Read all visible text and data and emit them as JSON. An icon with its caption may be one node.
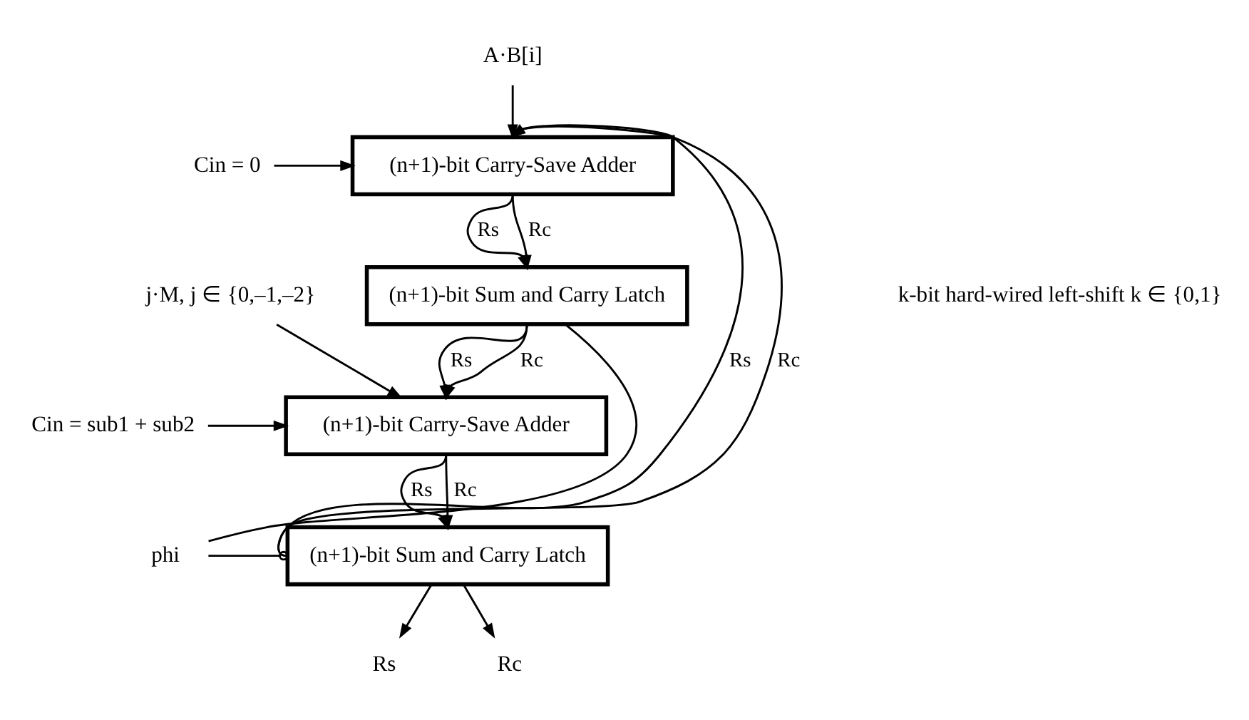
{
  "diagram": {
    "nodes": [
      {
        "text": [
          "(n+1)-bit Carry-Save Adder"
        ]
      },
      {
        "text": [
          "(n+1)-bit Sum and Carry Latch"
        ]
      },
      {
        "text": [
          "(n+1)-bit Carry-Save Adder"
        ]
      },
      {
        "text": [
          "(n+1)-bit Sum and Carry Latch"
        ]
      },
      {
        "text": [
          "A·B[i]"
        ]
      },
      {
        "text": [
          "Cin = 0"
        ]
      },
      {
        "text": [
          "j·M, j ∈ {0,–1,–2}"
        ]
      },
      {
        "text": [
          "Cin = sub1 + sub2"
        ]
      },
      {
        "text": [
          "phi"
        ]
      },
      {
        "text": [
          "Rs"
        ]
      },
      {
        "text": [
          "Rc"
        ]
      }
    ],
    "edges": [
      {
        "from": 3,
        "to": 0,
        "arrow": "to",
        "label": "Rs"
      },
      {
        "from": 3,
        "to": 0,
        "arrow": "to",
        "label": "Rc"
      },
      {
        "from": 4,
        "to": 0,
        "arrow": "to"
      },
      {
        "from": 5,
        "to": 0,
        "arrow": "to"
      },
      {
        "from": 0,
        "to": 1,
        "arrow": "to",
        "label": "Rs"
      },
      {
        "from": 0,
        "to": 1,
        "arrow": "to",
        "label": "Rc"
      },
      {
        "from": 8,
        "to": 1,
        "arrow": "none"
      },
      {
        "from": 1,
        "to": 2,
        "arrow": "to",
        "label": "Rs"
      },
      {
        "from": 1,
        "to": 2,
        "arrow": "to",
        "label": "Rc"
      },
      {
        "from": 6,
        "to": 2,
        "arrow": "to"
      },
      {
        "from": 7,
        "to": 2,
        "arrow": "to"
      },
      {
        "from": 2,
        "to": 3,
        "arrow": "to",
        "label": "Rs"
      },
      {
        "from": 2,
        "to": 3,
        "arrow": "to",
        "label": "Rc"
      },
      {
        "from": 8,
        "to": 3,
        "arrow": "other"
      },
      {
        "from": 3,
        "to": 9,
        "arrow": "to"
      },
      {
        "from": 3,
        "to": 10,
        "arrow": "to"
      }
    ],
    "labels": [
      "k-bit hard-wired left-shift k ∈ {0,1}"
    ]
  }
}
